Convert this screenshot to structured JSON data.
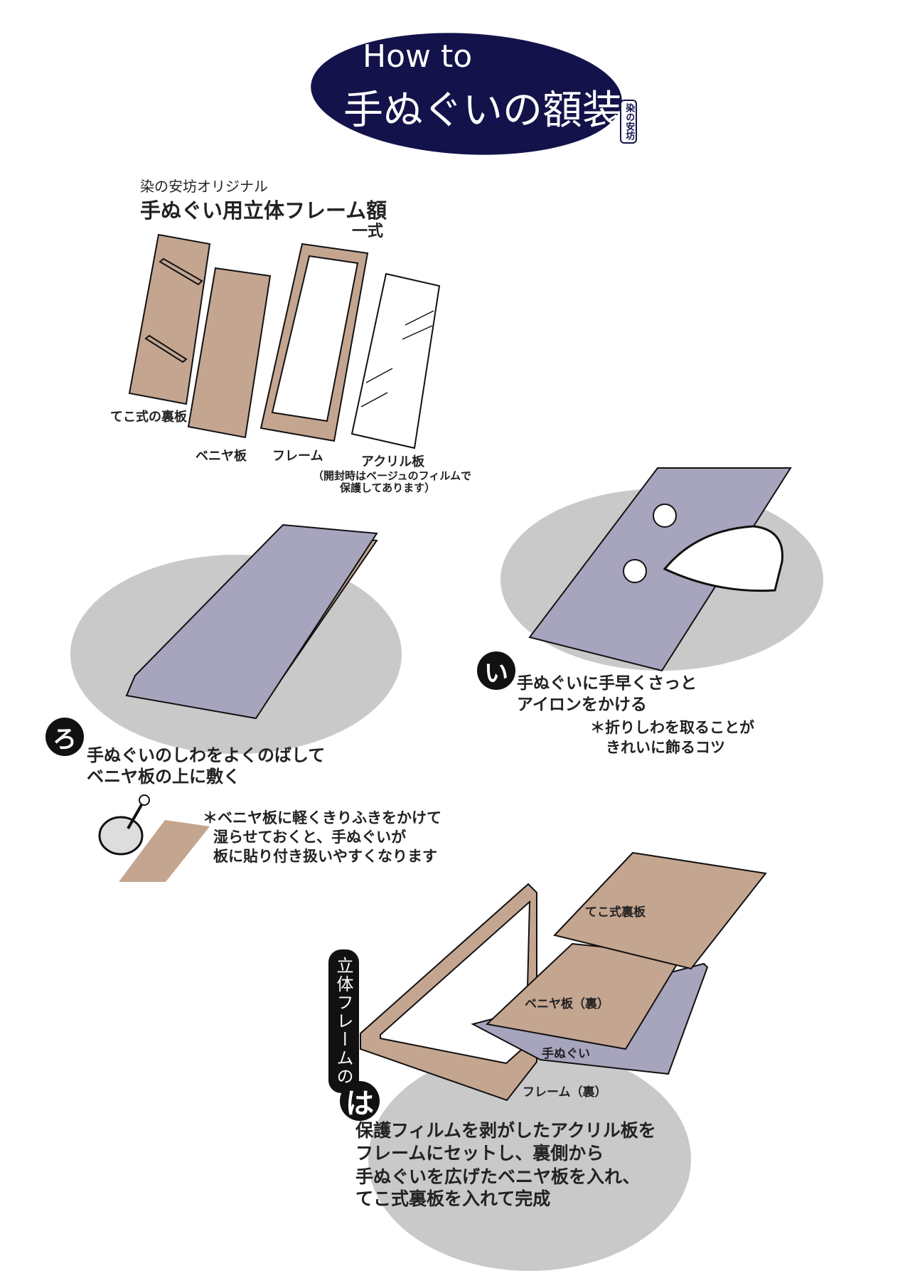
{
  "title": {
    "line1": "How to",
    "line2": "手ぬぐいの額装",
    "stamp": "染の安坊"
  },
  "colors": {
    "navy": "#14124a",
    "board": "#c4a590",
    "towel": "#a7a5bd",
    "shadow": "#c9c9c9"
  },
  "kit": {
    "subtitle": "染の安坊オリジナル",
    "title": "手ぬぐい用立体フレーム額",
    "set": "一式",
    "parts": [
      "てこ式の裏板",
      "ベニヤ板",
      "フレーム",
      "アクリル板"
    ],
    "acrylic_note": [
      "（開封時はベージュのフィルムで",
      "保護してあります）"
    ]
  },
  "step_i": {
    "marker": "い",
    "text": [
      "手ぬぐいに手早くさっと",
      "アイロンをかける"
    ],
    "note": [
      "＊折りしわを取ることが",
      "きれいに飾るコツ"
    ]
  },
  "step_ro": {
    "marker": "ろ",
    "text": [
      "手ぬぐいのしわをよくのばして",
      "ベニヤ板の上に敷く"
    ],
    "note": [
      "＊ベニヤ板に軽くきりふきをかけて",
      "湿らせておくと、手ぬぐいが",
      "板に貼り付き扱いやすくなります"
    ]
  },
  "step_ha": {
    "marker": "は",
    "label": "立体フレームの",
    "parts": [
      "てこ式裏板",
      "ベニヤ板（裏）",
      "手ぬぐい",
      "フレーム（裏）"
    ],
    "text": [
      "保護フィルムを剥がしたアクリル板を",
      "フレームにセットし、裏側から",
      "手ぬぐいを広げたベニヤ板を入れ、",
      "てこ式裏板を入れて完成"
    ]
  }
}
